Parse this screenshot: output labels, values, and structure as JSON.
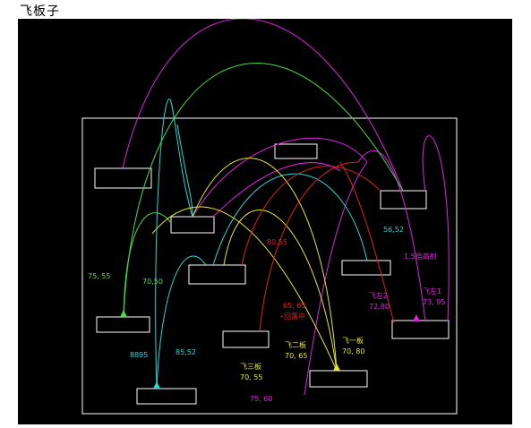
{
  "title": "飞板子",
  "colors": {
    "background": "#000000",
    "frame": "#ffffff",
    "magenta": "#e020e0",
    "green": "#40e040",
    "cyan": "#20d8d8",
    "yellow": "#e8e820",
    "red": "#e02020"
  },
  "labels": {
    "l1": "75, 55",
    "l2": "70,50",
    "l3": "80,55",
    "l4": "56,52",
    "l5": "1.5倍高射",
    "l6": "飞左2",
    "l7": "72,80",
    "l8": "飞左1",
    "l9": "73, 95",
    "l10": "65, 65",
    "l11": "⋆回落中",
    "l12": "8895",
    "l13": "85,52",
    "l14": "飞二板",
    "l15": "70, 65",
    "l16": "飞一板",
    "l17": "70, 80",
    "l18": "飞三板",
    "l19": "70, 55",
    "l20": "75, 60"
  }
}
